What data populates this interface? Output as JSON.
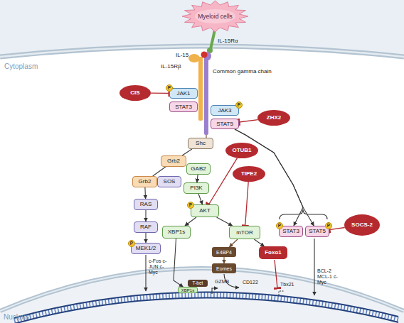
{
  "diagram": {
    "nodes": [
      {
        "text": [
          "Myeloid cells"
        ]
      },
      {
        "text": [
          "CIS"
        ]
      },
      {
        "text": [
          "JAK1"
        ]
      },
      {
        "text": [
          "STAT3"
        ]
      },
      {
        "text": [
          "JAK3"
        ]
      },
      {
        "text": [
          "STAT5"
        ]
      },
      {
        "text": [
          "ZHX2"
        ]
      },
      {
        "text": [
          "Shc"
        ]
      },
      {
        "text": [
          "Grb2"
        ]
      },
      {
        "text": [
          "Grb2"
        ]
      },
      {
        "text": [
          "SOS"
        ]
      },
      {
        "text": [
          "GAB2"
        ]
      },
      {
        "text": [
          "PI3K"
        ]
      },
      {
        "text": [
          "RAS"
        ]
      },
      {
        "text": [
          "RAF"
        ]
      },
      {
        "text": [
          "MEK1/2"
        ]
      },
      {
        "text": [
          "OTUB1"
        ]
      },
      {
        "text": [
          "AKT"
        ]
      },
      {
        "text": [
          "TIPE2"
        ]
      },
      {
        "text": [
          "XBP1s"
        ]
      },
      {
        "text": [
          "mTOR"
        ]
      },
      {
        "text": [
          "E4BP4"
        ]
      },
      {
        "text": [
          "Eomes"
        ]
      },
      {
        "text": [
          "Foxo1"
        ]
      },
      {
        "text": [
          "STAT3"
        ]
      },
      {
        "text": [
          "STAT5"
        ]
      },
      {
        "text": [
          "SOCS-2"
        ]
      },
      {
        "text": [
          "T-bet"
        ]
      },
      {
        "text": [
          "XBP1s"
        ]
      },
      {
        "text": [
          "P"
        ]
      },
      {
        "text": [
          "P"
        ]
      },
      {
        "text": [
          "P"
        ]
      },
      {
        "text": [
          "P"
        ]
      },
      {
        "text": [
          "P"
        ]
      },
      {
        "text": [
          "P"
        ]
      }
    ],
    "edges": [
      {
        "from": 1,
        "to": 2,
        "arrow": "to"
      },
      {
        "from": 6,
        "to": 5,
        "arrow": "to"
      },
      {
        "from": 7,
        "to": 8,
        "arrow": "none"
      },
      {
        "from": 8,
        "to": 9,
        "arrow": "none"
      },
      {
        "from": 8,
        "to": 11,
        "arrow": "none"
      },
      {
        "from": 9,
        "to": 13,
        "arrow": "to"
      },
      {
        "from": 13,
        "to": 14,
        "arrow": "to"
      },
      {
        "from": 14,
        "to": 15,
        "arrow": "to"
      },
      {
        "from": 11,
        "to": 12,
        "arrow": "to"
      },
      {
        "from": 12,
        "to": 17,
        "arrow": "to"
      },
      {
        "from": 17,
        "to": 19,
        "arrow": "to"
      },
      {
        "from": 17,
        "to": 20,
        "arrow": "to"
      },
      {
        "from": 16,
        "to": 17,
        "arrow": "to"
      },
      {
        "from": 18,
        "to": 20,
        "arrow": "to"
      },
      {
        "from": 20,
        "to": 21,
        "arrow": "to"
      },
      {
        "from": 21,
        "to": 22,
        "arrow": "to"
      },
      {
        "from": 20,
        "to": 23,
        "arrow": "to"
      },
      {
        "from": 19,
        "to": 28,
        "arrow": "to"
      },
      {
        "from": 5,
        "to": 24,
        "arrow": "to"
      },
      {
        "from": 5,
        "to": 25,
        "arrow": "to"
      },
      {
        "from": 26,
        "to": 25,
        "arrow": "to"
      }
    ],
    "labels": [
      "IL-15",
      "IL-15Rα",
      "IL-15Rβ",
      "Common gamma chain",
      "Cytoplasm",
      "c-Fos c-JUN c-Myc",
      "GZMB",
      "CD122",
      "Tbx21",
      "BCL-2 MCL-1 c-Myc",
      "Nucleus"
    ]
  }
}
